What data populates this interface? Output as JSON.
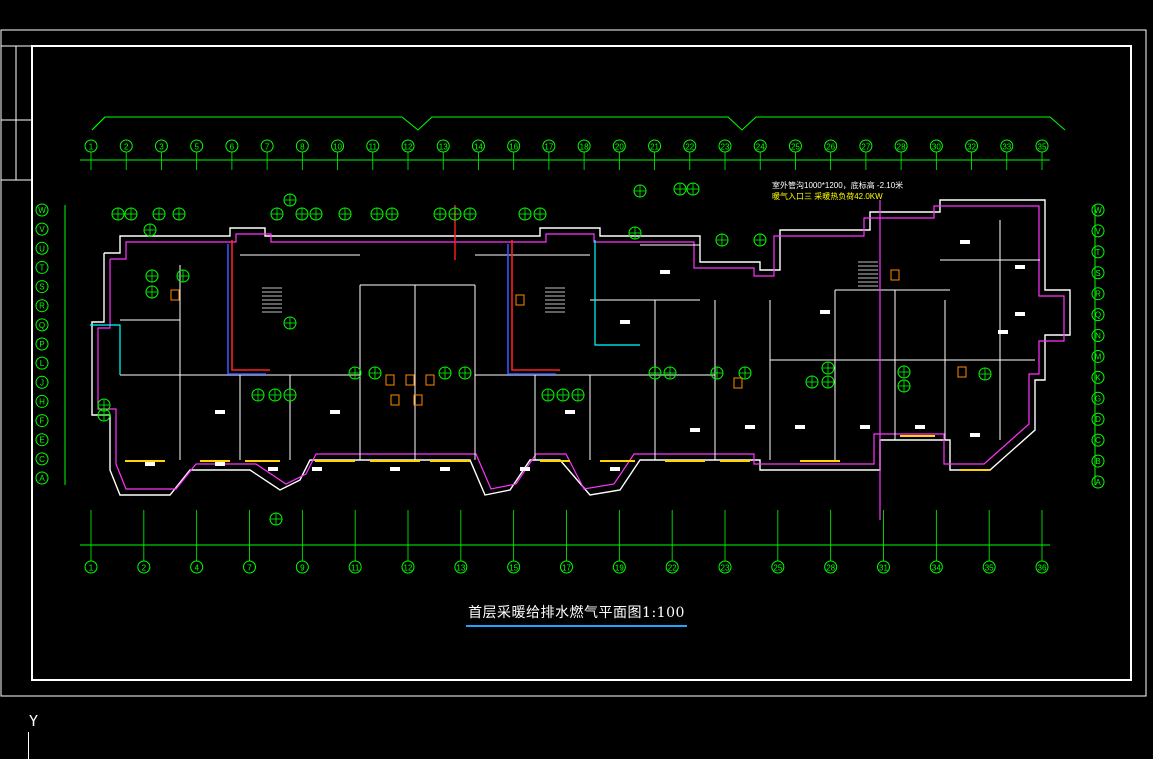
{
  "drawing": {
    "title": "首层采暖给排水燃气平面图1:100",
    "background": "#000000",
    "frame_color": "#ffffff",
    "colors": {
      "wall": "#ffffff",
      "wall_accent": "#ff33ff",
      "dim": "#00ff00",
      "window": "#ffd400",
      "heating_supply": "#ff2020",
      "heating_return": "#3355ff",
      "water": "#00ffff",
      "gas": "#ffff00",
      "title_underline": "#1fa3ff"
    },
    "top_axes": [
      "1",
      "2",
      "3",
      "5",
      "6",
      "7",
      "8",
      "10",
      "11",
      "12",
      "13",
      "14",
      "16",
      "17",
      "18",
      "20",
      "21",
      "22",
      "23",
      "24",
      "25",
      "26",
      "27",
      "28",
      "30",
      "32",
      "33",
      "35"
    ],
    "bottom_axes": [
      "1",
      "2",
      "4",
      "7",
      "9",
      "11",
      "12",
      "13",
      "15",
      "17",
      "19",
      "22",
      "23",
      "25",
      "28",
      "31",
      "34",
      "35",
      "36"
    ],
    "left_axes": [
      "W",
      "V",
      "U",
      "T",
      "S",
      "R",
      "Q",
      "P",
      "L",
      "J",
      "H",
      "F",
      "E",
      "C",
      "A"
    ],
    "right_axes": [
      "W",
      "V",
      "T",
      "S",
      "R",
      "Q",
      "N",
      "M",
      "K",
      "G",
      "D",
      "C",
      "B",
      "A"
    ],
    "notes": [
      "室外管沟1000*1200，底标高 -2.10米",
      "暖气入口三 采暖热负荷42.0KW"
    ],
    "ucs_label": "Y"
  }
}
